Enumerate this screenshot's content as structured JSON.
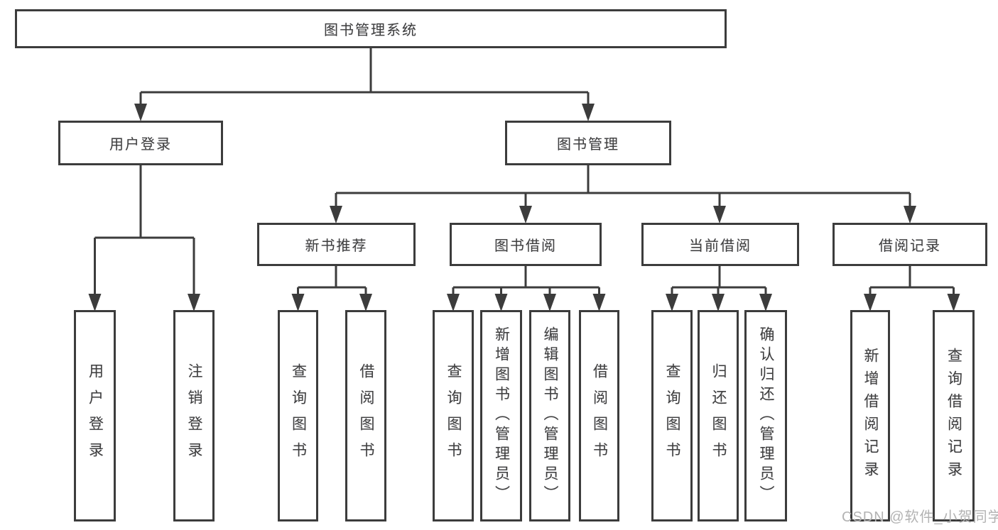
{
  "diagram_type": "hierarchy-tree",
  "colors": {
    "line": "#3c3c3c",
    "box_border": "#3c3c3c",
    "box_fill": "#ffffff",
    "text": "#3f3f3f",
    "watermark": "#b3b3b3",
    "background": "#ffffff"
  },
  "nodes": {
    "root": "图书管理系统",
    "level2": {
      "user_login": "用户登录",
      "book_management": "图书管理"
    },
    "level3": {
      "new_book_recommendation": "新书推荐",
      "book_borrowing": "图书借阅",
      "current_borrowing": "当前借阅",
      "borrowing_records": "借阅记录"
    },
    "leaves": [
      "用户登录",
      "注销登录",
      "查询图书",
      "借阅图书",
      "查询图书",
      "新增图书（管理员）",
      "编辑图书（管理员）",
      "借阅图书",
      "查询图书",
      "归还图书",
      "确认归还（管理员）",
      "新增借阅记录",
      "查询借阅记录"
    ]
  },
  "hierarchy": {
    "图书管理系统": {
      "用户登录": [
        "用户登录",
        "注销登录"
      ],
      "图书管理": {
        "新书推荐": [
          "查询图书",
          "借阅图书"
        ],
        "图书借阅": [
          "查询图书",
          "新增图书（管理员）",
          "编辑图书（管理员）",
          "借阅图书"
        ],
        "当前借阅": [
          "查询图书",
          "归还图书",
          "确认归还（管理员）"
        ],
        "借阅记录": [
          "新增借阅记录",
          "查询借阅记录"
        ]
      }
    }
  },
  "watermark": {
    "text": "CSDN @软件_小贺同学"
  }
}
